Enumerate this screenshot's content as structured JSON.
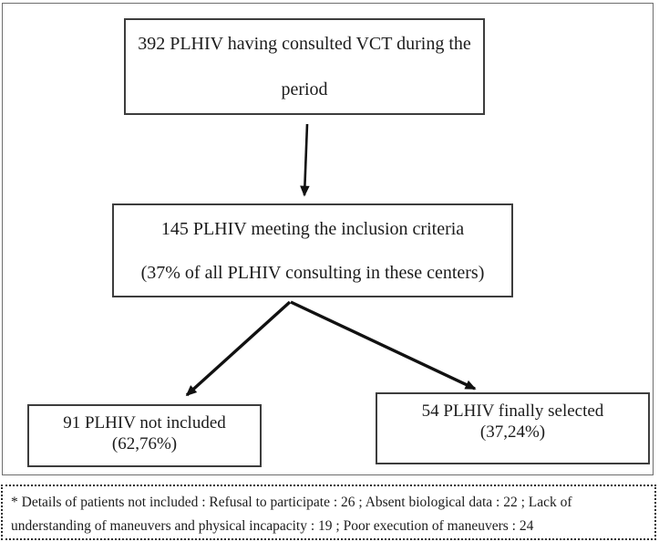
{
  "flowchart": {
    "box_top": {
      "line1": "392 PLHIV having consulted VCT during the",
      "line2": "period"
    },
    "box_middle": {
      "line1": "145 PLHIV meeting the inclusion criteria",
      "line2": "(37% of all PLHIV consulting in these centers)"
    },
    "box_not_included": {
      "line1": "91 PLHIV not included",
      "line2": "(62,76%)"
    },
    "box_selected": {
      "line1": "54 PLHIV finally selected",
      "line2": "(37,24%)"
    },
    "edges": [
      {
        "from": "box_top",
        "to": "box_middle"
      },
      {
        "from": "box_middle",
        "to": "box_not_included"
      },
      {
        "from": "box_middle",
        "to": "box_selected"
      }
    ]
  },
  "footnote": {
    "line1": "* Details of patients not included : Refusal to participate : 26 ; Absent biological data : 22 ; Lack of",
    "line2": "understanding of maneuvers and physical incapacity : 19 ; Poor execution of maneuvers : 24"
  },
  "colors": {
    "background": "#ffffff",
    "box_border": "#3d3d3d",
    "outer_frame_border": "#6e6e6e",
    "arrow": "#111111",
    "text": "#1c1c1c"
  }
}
